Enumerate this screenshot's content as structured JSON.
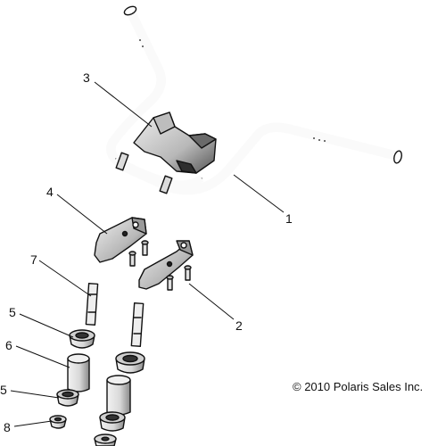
{
  "diagram": {
    "callouts": {
      "c1": "1",
      "c2": "2",
      "c3": "3",
      "c4": "4",
      "c5a": "5",
      "c5b": "5",
      "c6": "6",
      "c7": "7",
      "c8": "8"
    },
    "copyright": "© 2010 Polaris Sales Inc.",
    "colors": {
      "ink": "#111111",
      "part_fill": "#f4f4f4",
      "shade": "#8c8c8c",
      "dark": "#3a3a3a"
    }
  }
}
